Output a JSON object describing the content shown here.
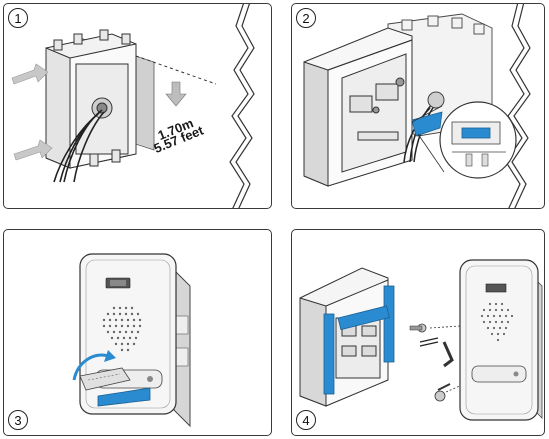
{
  "steps": [
    {
      "number": "1",
      "height_label_metric": "1.70m",
      "height_label_imperial": "5.57 feet"
    },
    {
      "number": "2"
    },
    {
      "number": "3"
    },
    {
      "number": "4"
    }
  ],
  "colors": {
    "accent_blue": "#2a8bd0",
    "outline": "#2a2a2a",
    "wall_gray": "#cfcfcf",
    "device_face": "#f4f4f4"
  },
  "icons": [
    "wall-box-icon",
    "cable-bundle-icon",
    "screw-icon",
    "allen-key-icon",
    "hand-icon",
    "arrow-icon"
  ]
}
